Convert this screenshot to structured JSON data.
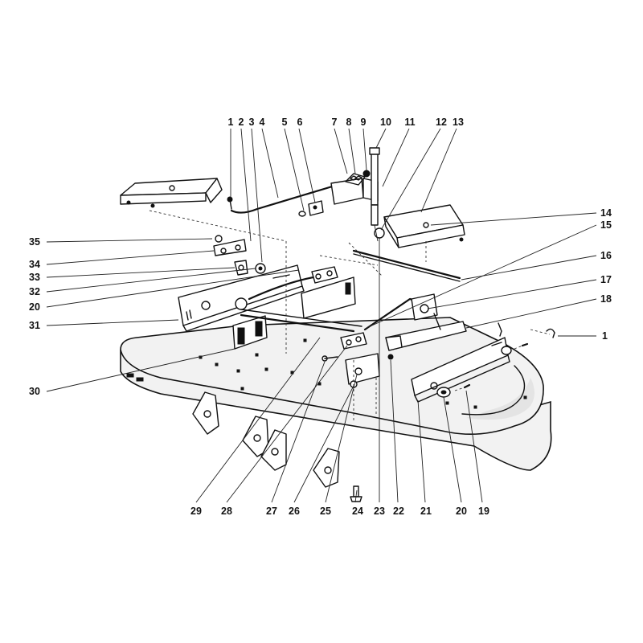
{
  "labels": {
    "top": [
      {
        "key": "p1_top",
        "text": "1"
      },
      {
        "key": "p2",
        "text": "2"
      },
      {
        "key": "p3",
        "text": "3"
      },
      {
        "key": "p4",
        "text": "4"
      },
      {
        "key": "p5",
        "text": "5"
      },
      {
        "key": "p6",
        "text": "6"
      },
      {
        "key": "p7",
        "text": "7"
      },
      {
        "key": "p8",
        "text": "8"
      },
      {
        "key": "p9",
        "text": "9"
      },
      {
        "key": "p10",
        "text": "10"
      },
      {
        "key": "p11",
        "text": "11"
      },
      {
        "key": "p12",
        "text": "12"
      },
      {
        "key": "p13",
        "text": "13"
      }
    ],
    "right": [
      {
        "key": "p14",
        "text": "14"
      },
      {
        "key": "p15",
        "text": "15"
      },
      {
        "key": "p16",
        "text": "16"
      },
      {
        "key": "p17",
        "text": "17"
      },
      {
        "key": "p18",
        "text": "18"
      },
      {
        "key": "p1_right",
        "text": "1"
      }
    ],
    "left": [
      {
        "key": "p35",
        "text": "35"
      },
      {
        "key": "p34",
        "text": "34"
      },
      {
        "key": "p33",
        "text": "33"
      },
      {
        "key": "p32",
        "text": "32"
      },
      {
        "key": "p20_left",
        "text": "20"
      },
      {
        "key": "p31",
        "text": "31"
      },
      {
        "key": "p30",
        "text": "30"
      }
    ],
    "bottom": [
      {
        "key": "p29",
        "text": "29"
      },
      {
        "key": "p28",
        "text": "28"
      },
      {
        "key": "p27",
        "text": "27"
      },
      {
        "key": "p26",
        "text": "26"
      },
      {
        "key": "p25",
        "text": "25"
      },
      {
        "key": "p24",
        "text": "24"
      },
      {
        "key": "p23",
        "text": "23"
      },
      {
        "key": "p22",
        "text": "22"
      },
      {
        "key": "p21",
        "text": "21"
      },
      {
        "key": "p20_bottom",
        "text": "20"
      },
      {
        "key": "p19",
        "text": "19"
      }
    ]
  }
}
